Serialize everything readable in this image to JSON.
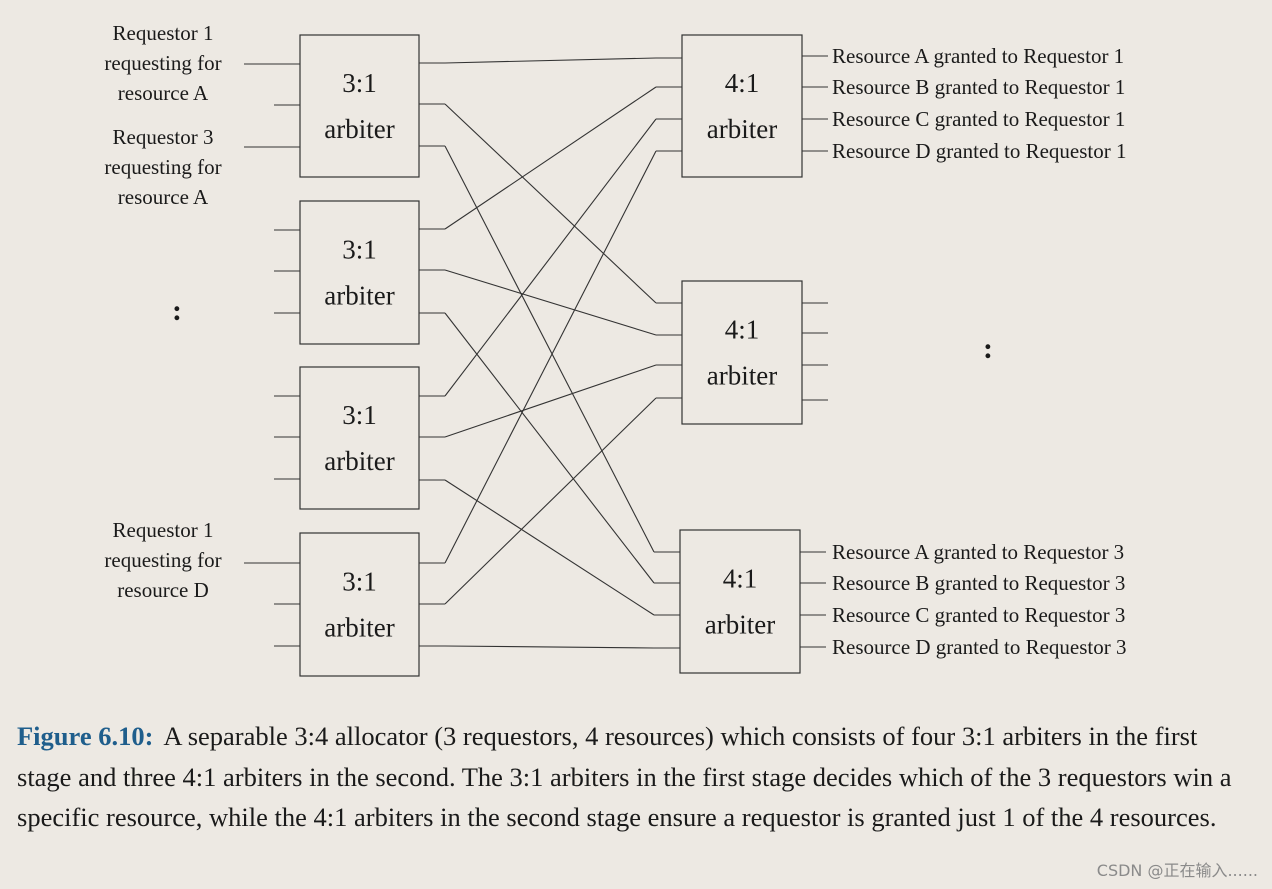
{
  "diagram": {
    "stage1_arbiters": [
      {
        "line1": "3:1",
        "line2": "arbiter"
      },
      {
        "line1": "3:1",
        "line2": "arbiter"
      },
      {
        "line1": "3:1",
        "line2": "arbiter"
      },
      {
        "line1": "3:1",
        "line2": "arbiter"
      }
    ],
    "stage2_arbiters": [
      {
        "line1": "4:1",
        "line2": "arbiter"
      },
      {
        "line1": "4:1",
        "line2": "arbiter"
      },
      {
        "line1": "4:1",
        "line2": "arbiter"
      }
    ],
    "requestor_labels": [
      [
        "Requestor 1",
        "requesting for",
        "resource A"
      ],
      [
        "Requestor 3",
        "requesting for",
        "resource A"
      ],
      [
        "Requestor 1",
        "requesting for",
        "resource D"
      ]
    ],
    "output_labels_top": [
      "Resource A granted to Requestor 1",
      "Resource B granted to Requestor 1",
      "Resource C granted to Requestor 1",
      "Resource D granted to Requestor 1"
    ],
    "output_labels_bottom": [
      "Resource A granted to Requestor 3",
      "Resource B granted to Requestor 3",
      "Resource C granted to Requestor 3",
      "Resource D granted to Requestor 3"
    ],
    "ellipsis": ":"
  },
  "caption": {
    "label": "Figure 6.10:",
    "text": "A separable 3:4 allocator (3 requestors, 4 resources) which consists of four 3:1 arbiters in the first stage and three 4:1 arbiters in the second. The 3:1 arbiters in the first stage decides which of the 3 requestors win a specific resource, while the 4:1 arbiters in the second stage ensure a requestor is granted just 1 of the 4 resources."
  },
  "watermark": "CSDN @正在输入......"
}
